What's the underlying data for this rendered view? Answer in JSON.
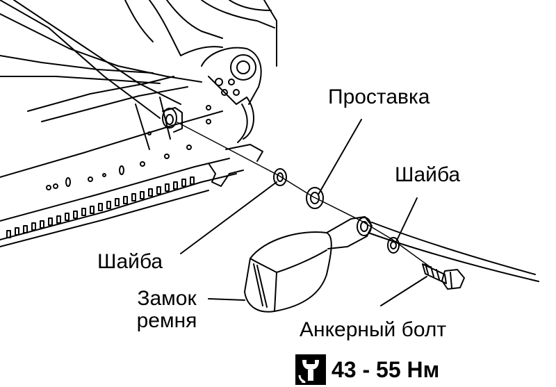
{
  "labels": {
    "spacer": "Проставка",
    "washer_right": "Шайба",
    "washer_left": "Шайба",
    "buckle_line1": "Замок",
    "buckle_line2": "ремня",
    "bolt": "Анкерный болт"
  },
  "torque": {
    "value": "43 - 55 Нм",
    "icon": "torque-wrench-icon"
  },
  "colors": {
    "line": "#000000",
    "background": "#ffffff"
  }
}
